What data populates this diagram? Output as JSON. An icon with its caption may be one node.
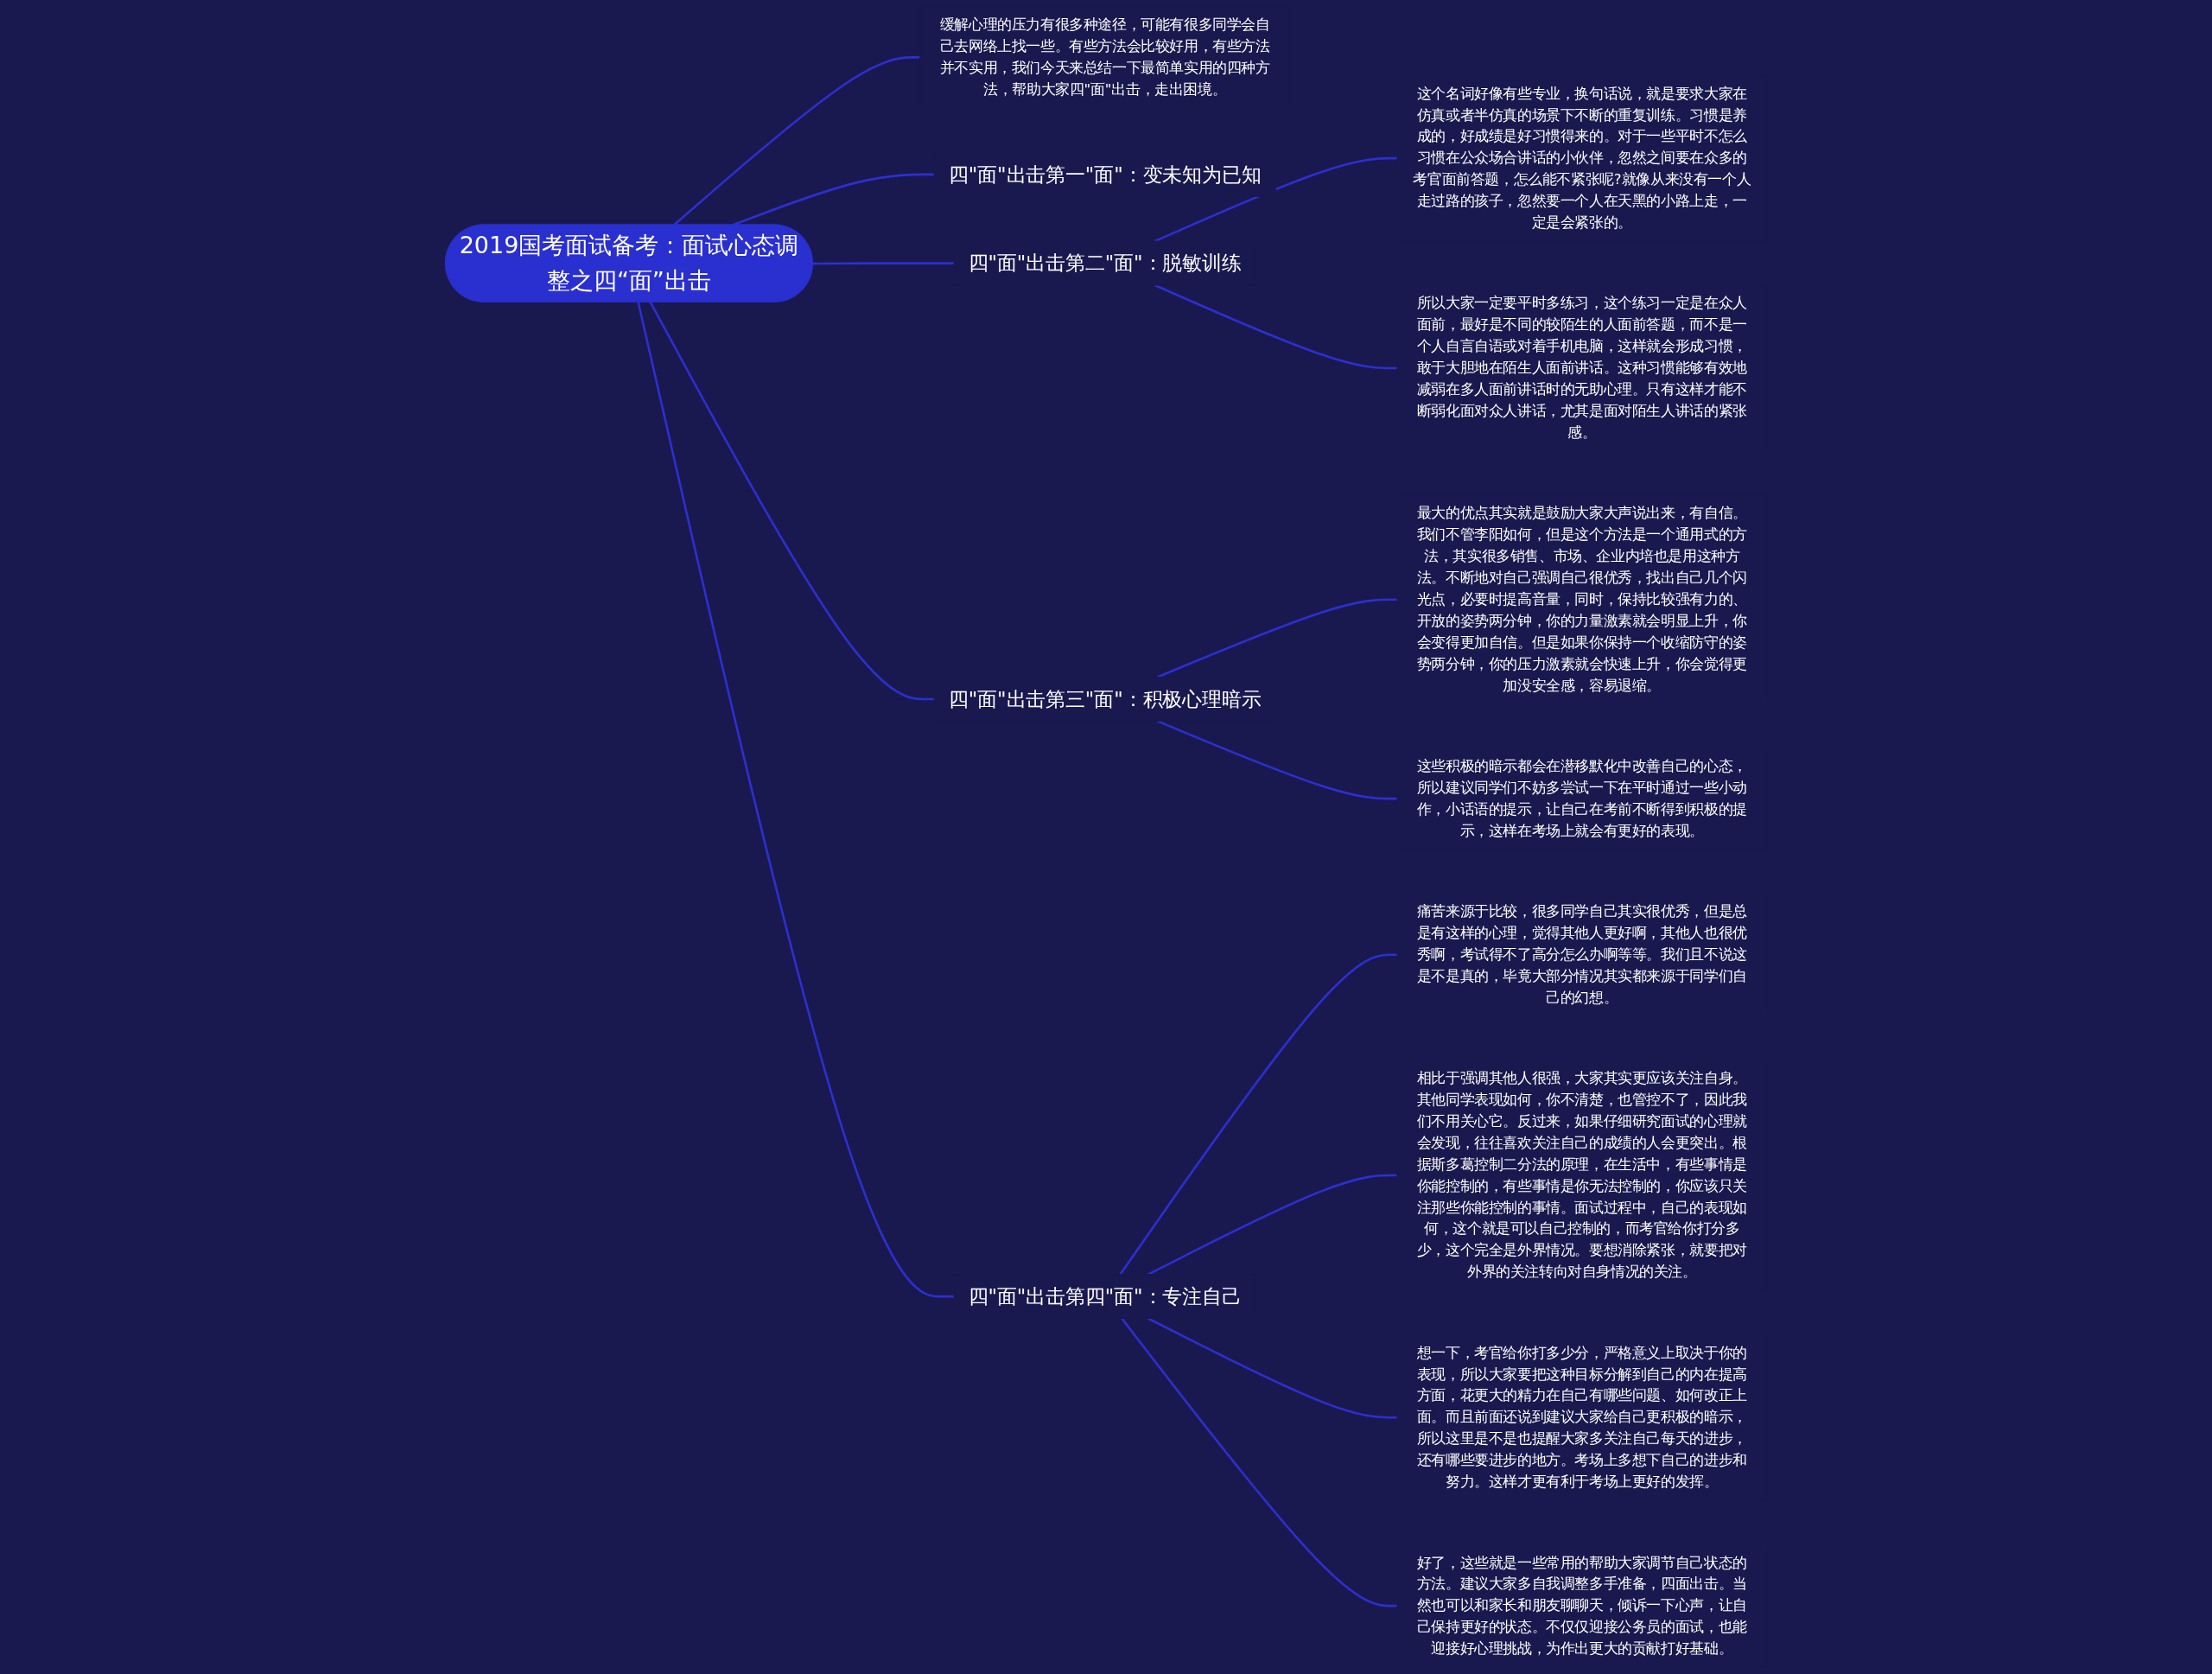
{
  "diagram": {
    "nodes": [
      {
        "text": [
          "2019国考面试备考：面试心态调整之四“面”出击"
        ]
      },
      {
        "text": [
          "缓解心理的压力有很多种途径，可能有很多同学会自己去网络上找一些。有些方法会比较好用，有些方法并不实用，我们今天来总结一下最简单实用的四种方法，帮助大家四\"面\"出击，走出困境。"
        ]
      },
      {
        "text": [
          "四\"面\"出击第一\"面\"：变未知为已知"
        ]
      },
      {
        "text": [
          "四\"面\"出击第二\"面\"：脱敏训练"
        ]
      },
      {
        "text": [
          "这个名词好像有些专业，换句话说，就是要求大家在仿真或者半仿真的场景下不断的重复训练。习惯是养成的，好成绩是好习惯得来的。对于一些平时不怎么习惯在公众场合讲话的小伙伴，忽然之间要在众多的考官面前答题，怎么能不紧张呢?就像从来没有一个人走过路的孩子，忽然要一个人在天黑的小路上走，一定是会紧张的。"
        ]
      },
      {
        "text": [
          "所以大家一定要平时多练习，这个练习一定是在众人面前，最好是不同的较陌生的人面前答题，而不是一个人自言自语或对着手机电脑，这样就会形成习惯，敢于大胆地在陌生人面前讲话。这种习惯能够有效地减弱在多人面前讲话时的无助心理。只有这样才能不断弱化面对众人讲话，尤其是面对陌生人讲话的紧张感。"
        ]
      },
      {
        "text": [
          "四\"面\"出击第三\"面\"：积极心理暗示"
        ]
      },
      {
        "text": [
          "最大的优点其实就是鼓励大家大声说出来，有自信。我们不管李阳如何，但是这个方法是一个通用式的方法，其实很多销售、市场、企业内培也是用这种方法。不断地对自己强调自己很优秀，找出自己几个闪光点，必要时提高音量，同时，保持比较强有力的、开放的姿势两分钟，你的力量激素就会明显上升，你会变得更加自信。但是如果你保持一个收缩防守的姿势两分钟，你的压力激素就会快速上升，你会觉得更加没安全感，容易退缩。"
        ]
      },
      {
        "text": [
          "这些积极的暗示都会在潜移默化中改善自己的心态，所以建议同学们不妨多尝试一下在平时通过一些小动作，小话语的提示，让自己在考前不断得到积极的提示，这样在考场上就会有更好的表现。"
        ]
      },
      {
        "text": [
          "四\"面\"出击第四\"面\"：专注自己"
        ]
      },
      {
        "text": [
          "痛苦来源于比较，很多同学自己其实很优秀，但是总是有这样的心理，觉得其他人更好啊，其他人也很优秀啊，考试得不了高分怎么办啊等等。我们且不说这是不是真的，毕竟大部分情况其实都来源于同学们自己的幻想。"
        ]
      },
      {
        "text": [
          "相比于强调其他人很强，大家其实更应该关注自身。其他同学表现如何，你不清楚，也管控不了，因此我们不用关心它。反过来，如果仔细研究面试的心理就会发现，往往喜欢关注自己的成绩的人会更突出。根据斯多葛控制二分法的原理，在生活中，有些事情是你能控制的，有些事情是你无法控制的，你应该只关注那些你能控制的事情。面试过程中，自己的表现如何，这个就是可以自己控制的，而考官给你打分多少，这个完全是外界情况。要想消除紧张，就要把对外界的关注转向对自身情况的关注。"
        ]
      },
      {
        "text": [
          "想一下，考官给你打多少分，严格意义上取决于你的表现，所以大家要把这种目标分解到自己的内在提高方面，花更大的精力在自己有哪些问题、如何改正上面。而且前面还说到建议大家给自己更积极的暗示，所以这里是不是也提醒大家多关注自己每天的进步，还有哪些要进步的地方。考场上多想下自己的进步和努力。这样才更有利于考场上更好的发挥。"
        ]
      },
      {
        "text": [
          "好了，这些就是一些常用的帮助大家调节自己状态的方法。建议大家多自我调整多手准备，四面出击。当然也可以和家长和朋友聊聊天，倾诉一下心声，让自己保持更好的状态。不仅仅迎接公务员的面试，也能迎接好心理挑战，为作出更大的贡献打好基础。"
        ]
      }
    ],
    "edges": [
      {
        "from": 0,
        "to": 1,
        "arrow": "none"
      },
      {
        "from": 0,
        "to": 2,
        "arrow": "none"
      },
      {
        "from": 0,
        "to": 3,
        "arrow": "none"
      },
      {
        "from": 3,
        "to": 4,
        "arrow": "none"
      },
      {
        "from": 3,
        "to": 5,
        "arrow": "none"
      },
      {
        "from": 0,
        "to": 6,
        "arrow": "none"
      },
      {
        "from": 6,
        "to": 7,
        "arrow": "none"
      },
      {
        "from": 6,
        "to": 8,
        "arrow": "none"
      },
      {
        "from": 0,
        "to": 9,
        "arrow": "none"
      },
      {
        "from": 9,
        "to": 10,
        "arrow": "none"
      },
      {
        "from": 9,
        "to": 11,
        "arrow": "none"
      },
      {
        "from": 9,
        "to": 12,
        "arrow": "none"
      },
      {
        "from": 9,
        "to": 13,
        "arrow": "none"
      }
    ]
  }
}
